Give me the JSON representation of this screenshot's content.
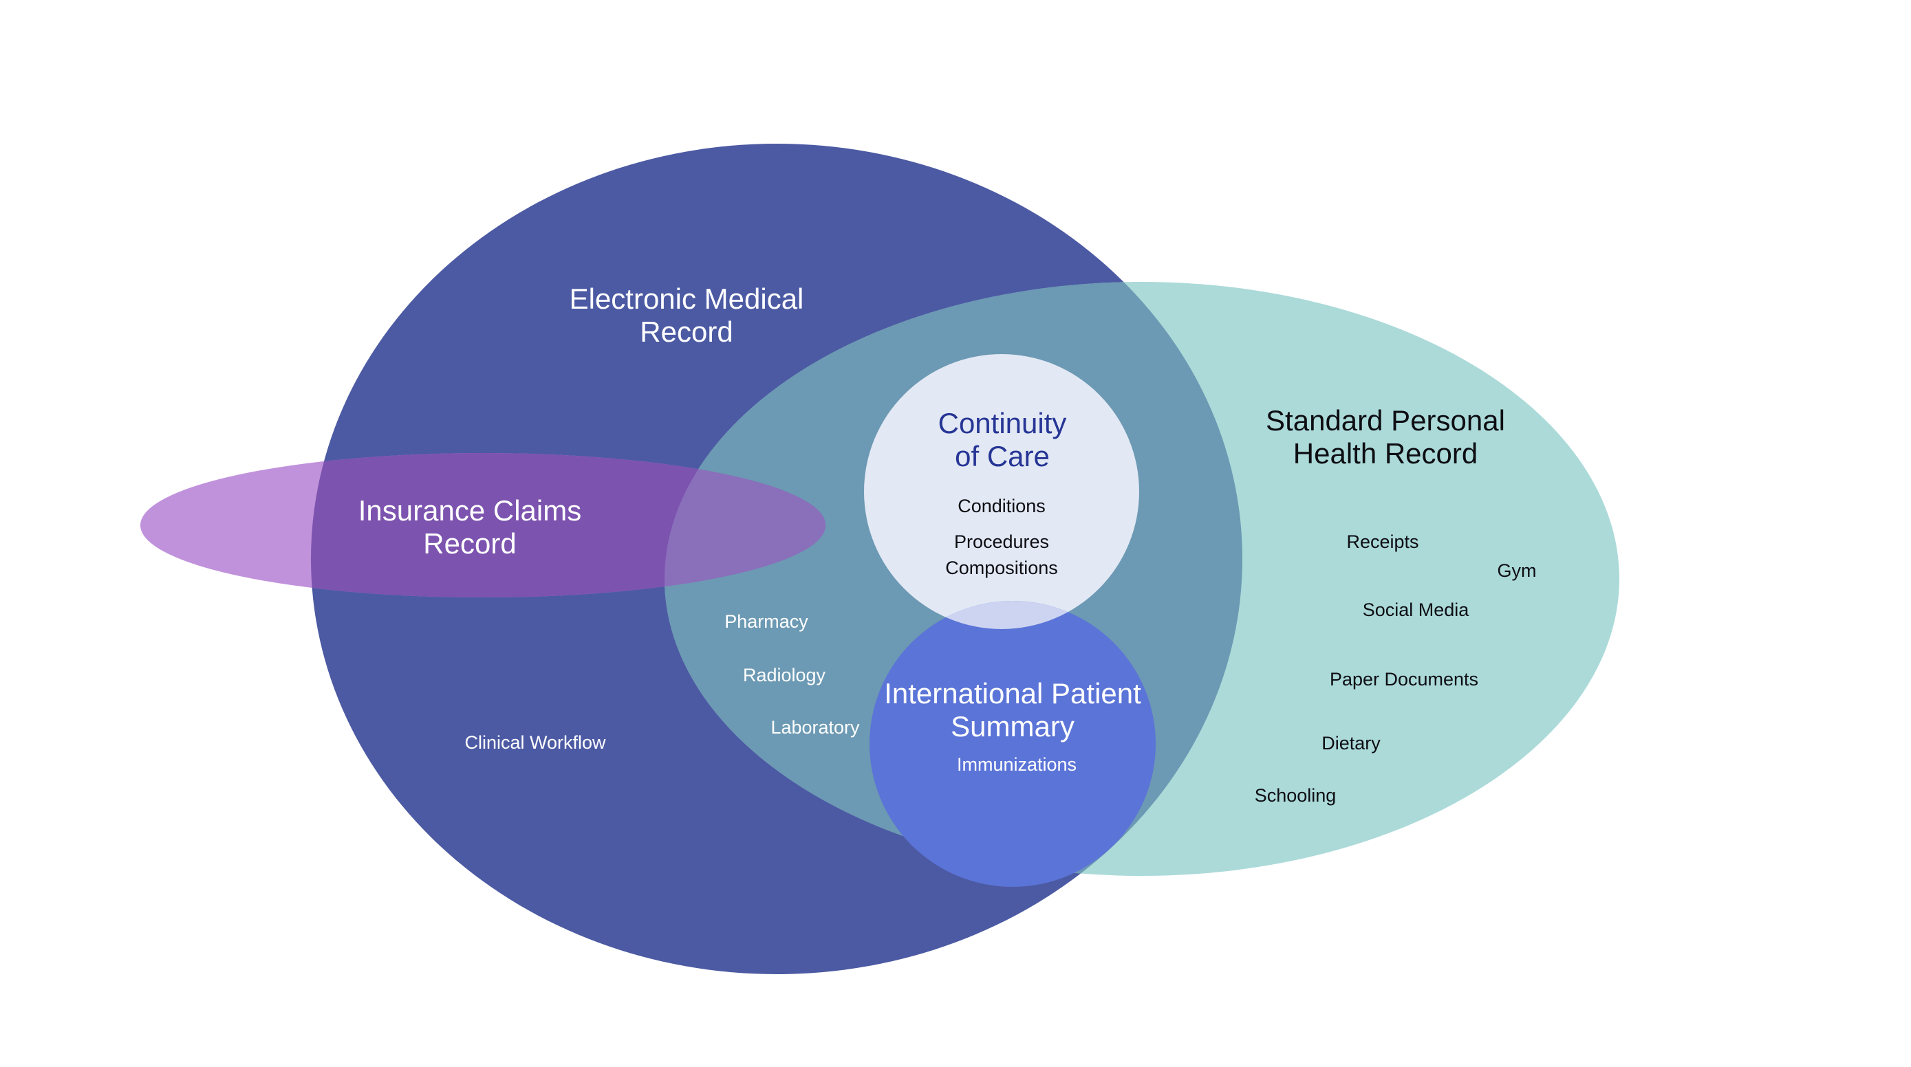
{
  "diagram_type": "venn",
  "colors": {
    "background": "#ffffff",
    "emr": "#4C5AA3",
    "phr": "#ABDAD9",
    "emr_phr_overlap": "#6C99B3",
    "claims": "#C192DC",
    "claims_emr_overlap": "#7C53AE",
    "claims_emr_phr_overlap": "#8A6FBB",
    "coc": "#E2E8F4",
    "ips": "#5B74D7",
    "coc_ips_overlap": "#CCD4F1",
    "coc_title_text": "#263595",
    "dark_text": "#0D0D12",
    "light_text": "#FFFFFF"
  },
  "sets": {
    "emr": {
      "title": "Electronic Medical\nRecord",
      "items": [
        "Clinical Workflow"
      ]
    },
    "phr": {
      "title": "Standard Personal\nHealth Record",
      "items": [
        "Receipts",
        "Gym",
        "Social Media",
        "Paper Documents",
        "Dietary",
        "Schooling"
      ]
    },
    "claims": {
      "title": "Insurance Claims\nRecord",
      "items": []
    },
    "emr_phr_overlap": {
      "items": [
        "Pharmacy",
        "Radiology",
        "Laboratory"
      ]
    },
    "coc": {
      "title": "Continuity\nof Care",
      "items": [
        "Conditions",
        "Procedures",
        "Compositions"
      ]
    },
    "ips": {
      "title": "International Patient\nSummary",
      "items": [
        "Immunizations"
      ]
    }
  }
}
